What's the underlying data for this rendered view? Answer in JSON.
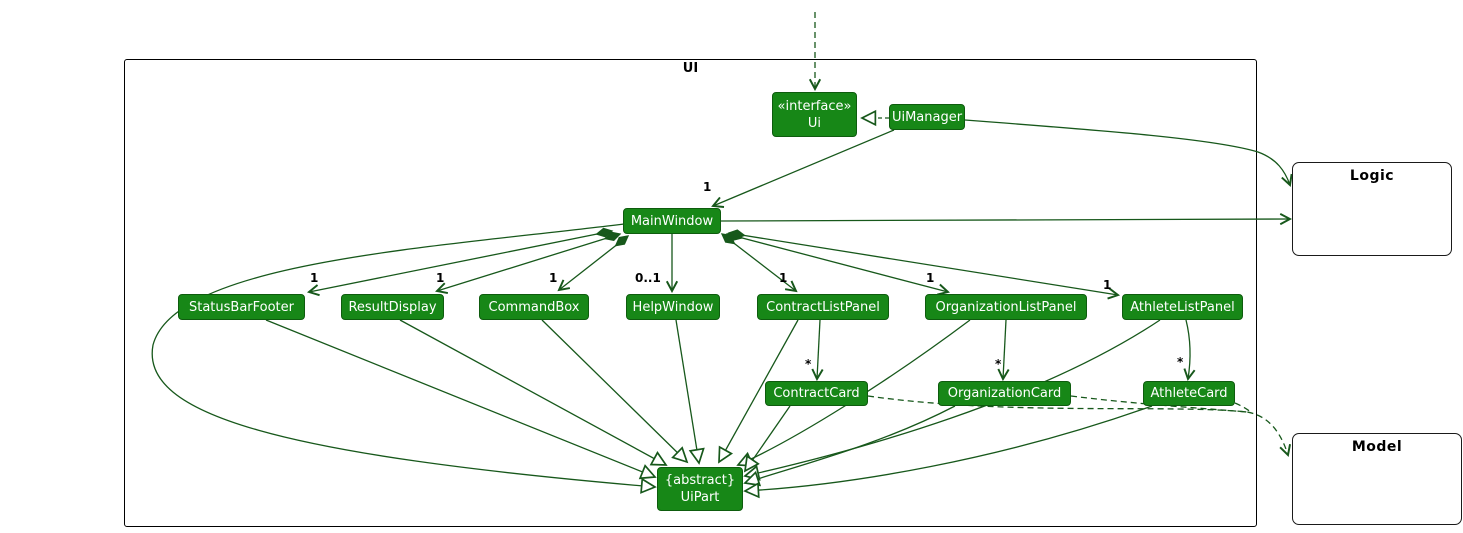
{
  "diagram": {
    "package_label": "UI",
    "externals": [
      {
        "id": "logic",
        "label": "Logic"
      },
      {
        "id": "model",
        "label": "Model"
      }
    ],
    "classes": [
      {
        "id": "ui-interface",
        "stereotype": "«interface»",
        "name": "Ui"
      },
      {
        "id": "ui-manager",
        "name": "UiManager"
      },
      {
        "id": "main-window",
        "name": "MainWindow"
      },
      {
        "id": "status-bar-footer",
        "name": "StatusBarFooter"
      },
      {
        "id": "result-display",
        "name": "ResultDisplay"
      },
      {
        "id": "command-box",
        "name": "CommandBox"
      },
      {
        "id": "help-window",
        "name": "HelpWindow"
      },
      {
        "id": "contract-list-panel",
        "name": "ContractListPanel"
      },
      {
        "id": "organization-list-panel",
        "name": "OrganizationListPanel"
      },
      {
        "id": "athlete-list-panel",
        "name": "AthleteListPanel"
      },
      {
        "id": "contract-card",
        "name": "ContractCard"
      },
      {
        "id": "organization-card",
        "name": "OrganizationCard"
      },
      {
        "id": "athlete-card",
        "name": "AthleteCard"
      },
      {
        "id": "ui-part",
        "stereotype": "{abstract}",
        "name": "UiPart"
      }
    ],
    "multiplicities": [
      {
        "edge": "uimanager-mainwindow",
        "label": "1"
      },
      {
        "edge": "mainwindow-statusbarfooter",
        "label": "1"
      },
      {
        "edge": "mainwindow-resultdisplay",
        "label": "1"
      },
      {
        "edge": "mainwindow-commandbox",
        "label": "1"
      },
      {
        "edge": "mainwindow-helpwindow",
        "label": "0..1"
      },
      {
        "edge": "mainwindow-contractlistpanel",
        "label": "1"
      },
      {
        "edge": "mainwindow-organizationlistpanel",
        "label": "1"
      },
      {
        "edge": "mainwindow-athletelistpanel",
        "label": "1"
      },
      {
        "edge": "contractlistpanel-contractcard",
        "label": "*"
      },
      {
        "edge": "organizationlistpanel-organizationcard",
        "label": "*"
      },
      {
        "edge": "athletelistpanel-athletecard",
        "label": "*"
      }
    ]
  },
  "colors": {
    "class_fill": "#178717",
    "class_border": "#0e5c0e",
    "edge_color": "#17581b"
  }
}
